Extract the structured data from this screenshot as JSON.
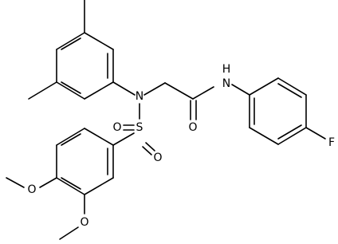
{
  "atom_labels": {
    "N_sulfonamide": "N",
    "N_amide": "N",
    "H_amide": "H",
    "O_carbonyl": "O",
    "S": "S",
    "O_sulfonyl_1": "O",
    "O_sulfonyl_2": "O",
    "O_methoxy_1": "O",
    "O_methoxy_2": "O",
    "F": "F"
  }
}
